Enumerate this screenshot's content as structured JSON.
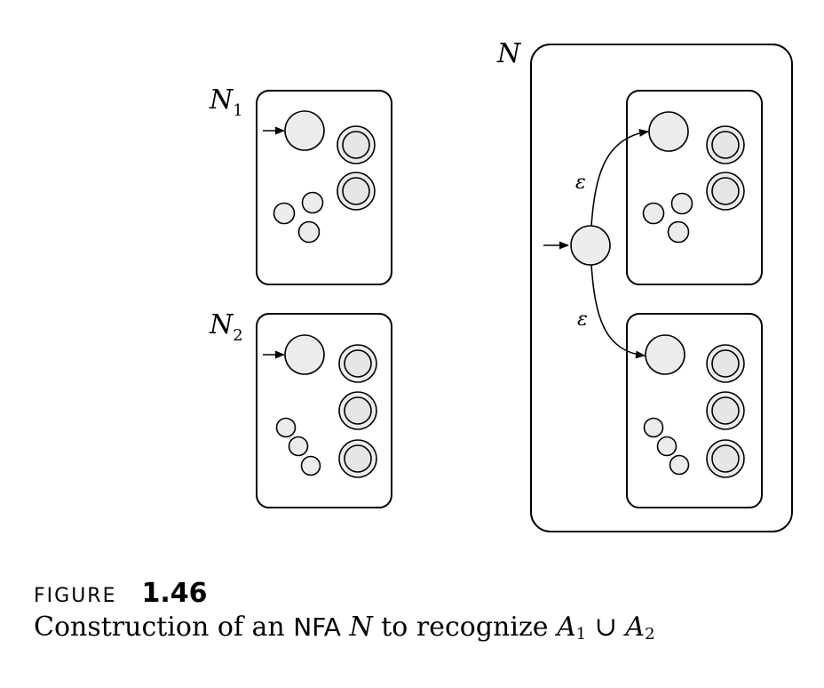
{
  "labels": {
    "n1_main": "N",
    "n1_sub": "1",
    "n2_main": "N",
    "n2_sub": "2",
    "n_main": "N",
    "eps_top": "ε",
    "eps_bottom": "ε"
  },
  "caption": {
    "figure_word": "FIGURE",
    "figure_number": "1.46",
    "text_pre": "Construction of an ",
    "text_nfa": "NFA",
    "text_space": " ",
    "text_n": "N",
    "text_mid": " to recognize ",
    "text_a": "A",
    "text_a_sub1": "1",
    "text_union": " ∪ ",
    "text_a2": "A",
    "text_a_sub2": "2"
  }
}
